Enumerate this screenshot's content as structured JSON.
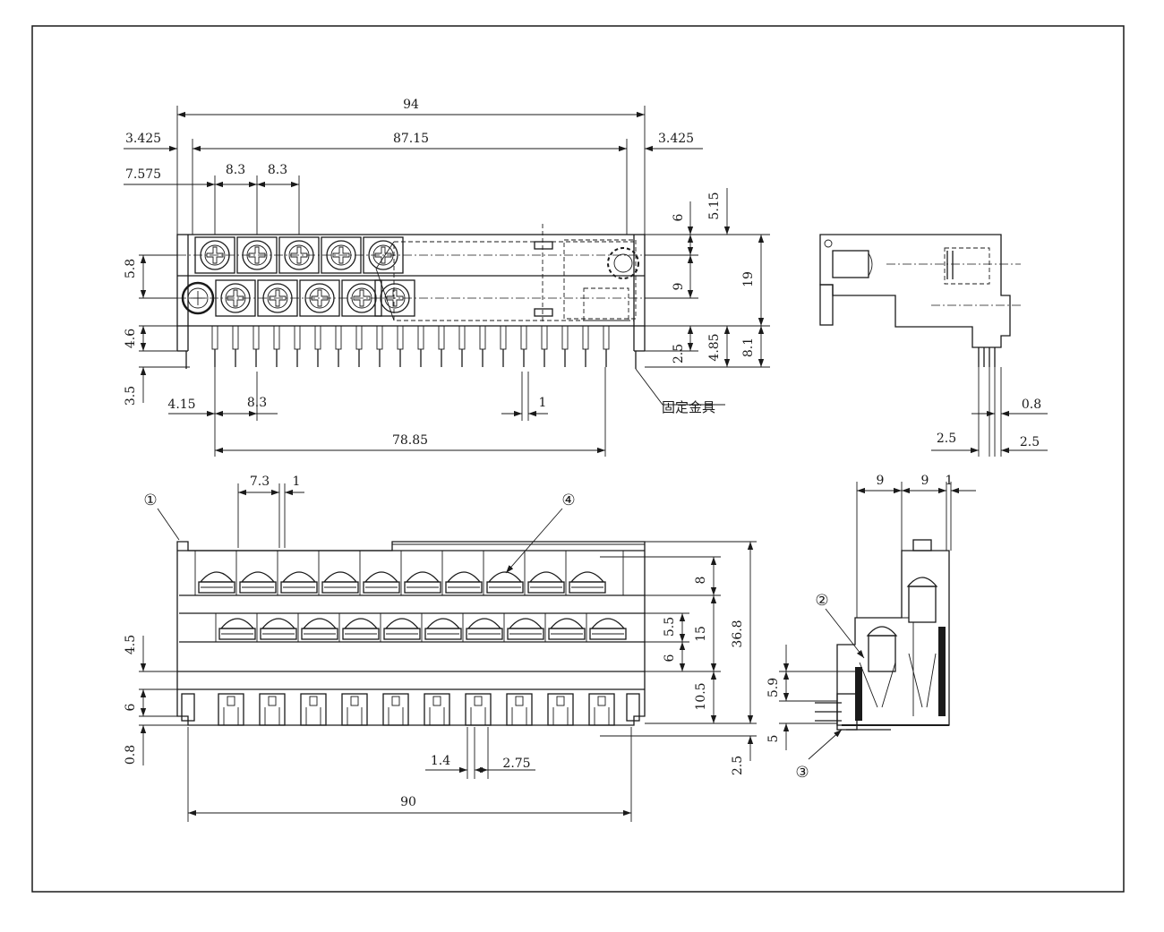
{
  "diagram": {
    "dimensions": {
      "d_94": "94",
      "d_87_15": "87.15",
      "d_3_425_left": "3.425",
      "d_3_425_right": "3.425",
      "d_7_575": "7.575",
      "d_8_3_a": "8.3",
      "d_8_3_b": "8.3",
      "d_5_8": "5.8",
      "d_4_6": "4.6",
      "d_3_5": "3.5",
      "d_4_15": "4.15",
      "d_8_3_c": "8.3",
      "d_1_pin": "1",
      "d_78_85": "78.85",
      "d_6_top": "6",
      "d_5_15": "5.15",
      "d_9_mid": "9",
      "d_19": "19",
      "d_2_5_a": "2.5",
      "d_4_85": "4.85",
      "d_8_1": "8.1",
      "d_0_8_side": "0.8",
      "d_2_5_side_l": "2.5",
      "d_2_5_side_r": "2.5",
      "d_7_3": "7.3",
      "d_1_front": "1",
      "d_8_front": "8",
      "d_5_5": "5.5",
      "d_15": "15",
      "d_36_8": "36.8",
      "d_4_5": "4.5",
      "d_6_front_r": "6",
      "d_10_5": "10.5",
      "d_6_front_l": "6",
      "d_0_8_front": "0.8",
      "d_1_4": "1.4",
      "d_2_75": "2.75",
      "d_2_5_front": "2.5",
      "d_90": "90",
      "d_9_sec_a": "9",
      "d_9_sec_b": "9",
      "d_1_sec": "1",
      "d_5_9": "5.9",
      "d_5_sec": "5"
    },
    "labels": {
      "fixing_bracket": "固定金具",
      "callout_1": "①",
      "callout_2": "②",
      "callout_3": "③",
      "callout_4": "④"
    }
  }
}
